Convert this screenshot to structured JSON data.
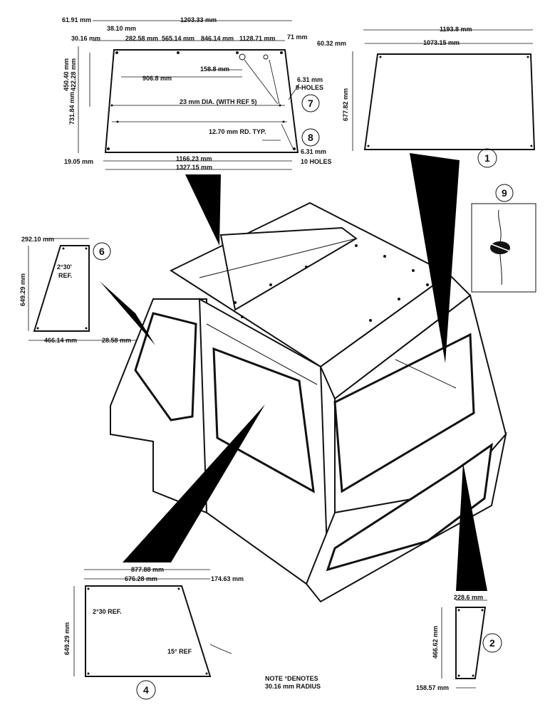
{
  "panel_top": {
    "dims": {
      "d1": "61.91 mm",
      "d2": "38.10 mm",
      "d3": "1203.33 mm",
      "d4": "30.16 mm",
      "d5": "282.58 mm",
      "d6": "565.14 mm",
      "d7": "846.14 mm",
      "d8": "1128.71 mm",
      "d9": "71 mm",
      "d10": "158.8 mm",
      "d11": "906.8 mm",
      "d12": "450.40 mm",
      "d13": "422.28 mm",
      "d14": "731.84 mm",
      "d15": "19.05 mm",
      "d16": "1166.23 mm",
      "d17": "1327.15 mm"
    },
    "hole_dia_note": "23 mm DIA. (WITH REF 5)",
    "holes_a_size": "6.31 mm",
    "holes_a_count": "9-HOLES",
    "radius_note": "12.70 mm RD. TYP.",
    "holes_b_size": "6.31 mm",
    "holes_b_count": "10 HOLES"
  },
  "panel_1": {
    "callout": "1",
    "width_top": "1193.8 mm",
    "offset": "60.32 mm",
    "width_inner": "1073.15 mm",
    "height": "677.82 mm"
  },
  "panel_6": {
    "callout": "6",
    "width_top": "292.10 mm",
    "angle_note": "2°30'",
    "ref": "REF.",
    "height": "649.29 mm",
    "width_bottom": "466.14 mm",
    "offset": "28.58 mm"
  },
  "detail_9": {
    "callout": "9"
  },
  "callouts": {
    "c7": "7",
    "c8": "8"
  },
  "panel_4": {
    "callout": "4",
    "width_total": "877.88 mm",
    "width_part": "676.28 mm",
    "offset": "174.63 mm",
    "angle_ref": "2°30 REF.",
    "height": "649.29 mm",
    "angle_ref2": "15° REF"
  },
  "panel_2": {
    "callout": "2",
    "width_top": "228.6 mm",
    "height": "466.62 mm",
    "width_bottom": "158.57 mm"
  },
  "note": {
    "line1": "NOTE °DENOTES",
    "line2": "30.16 mm RADIUS"
  }
}
